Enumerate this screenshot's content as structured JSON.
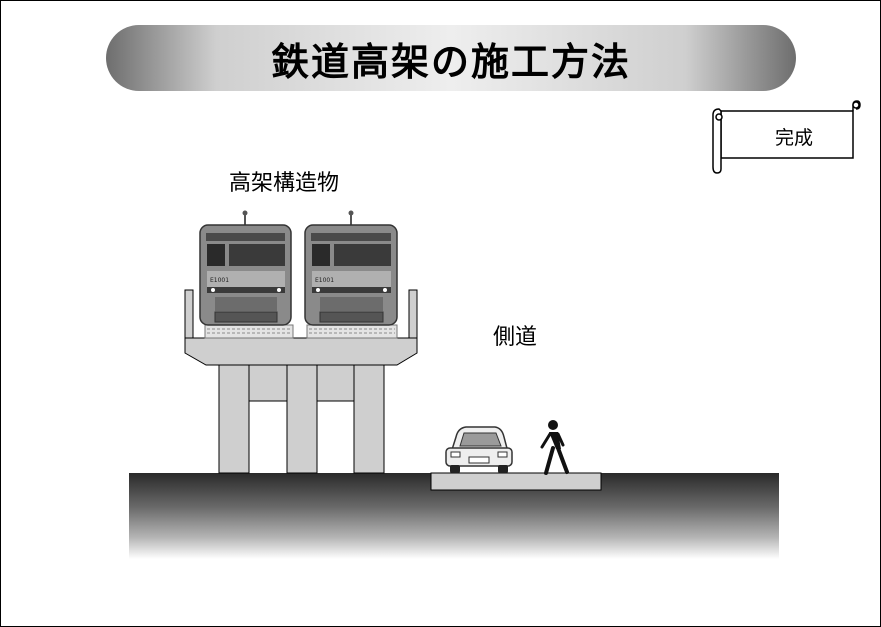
{
  "title": "鉄道高架の施工方法",
  "stage_label": "完成",
  "labels": {
    "elevated_structure": "高架構造物",
    "side_road": "側道"
  },
  "train_cars": [
    {
      "number": "E1001"
    },
    {
      "number": "E1001"
    }
  ],
  "colors": {
    "train_body": "#8a8a8a",
    "structure": "#cfcfcf",
    "outline": "#000000"
  }
}
